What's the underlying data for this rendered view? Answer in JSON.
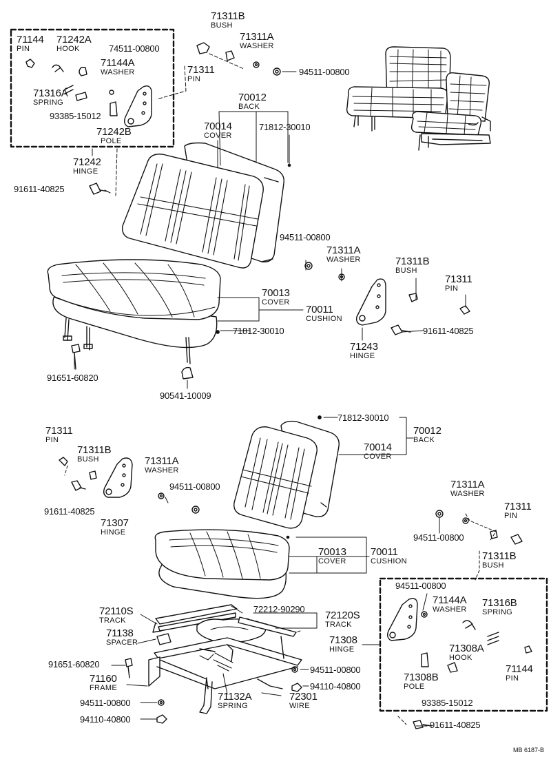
{
  "labels": {
    "p71144_top": {
      "part": "71144",
      "name": "PIN"
    },
    "p71242a": {
      "part": "71242A",
      "name": "HOOK"
    },
    "p74511": {
      "part": "74511-00800",
      "name": ""
    },
    "p71144a_top": {
      "part": "71144A",
      "name": "WASHER"
    },
    "p71316a": {
      "part": "71316A",
      "name": "SPRING"
    },
    "p93385_top": {
      "part": "93385-15012",
      "name": ""
    },
    "p71242b": {
      "part": "71242B",
      "name": "POLE"
    },
    "p71242": {
      "part": "71242",
      "name": "HINGE"
    },
    "p91611_top": {
      "part": "91611-40825",
      "name": ""
    },
    "p71311b_top": {
      "part": "71311B",
      "name": "BUSH"
    },
    "p71311a_top": {
      "part": "71311A",
      "name": "WASHER"
    },
    "p71311_top": {
      "part": "71311",
      "name": "PIN"
    },
    "p94511_top": {
      "part": "94511-00800",
      "name": ""
    },
    "p70012_top": {
      "part": "70012",
      "name": "BACK"
    },
    "p70014_top": {
      "part": "70014",
      "name": "COVER"
    },
    "p71812_top": {
      "part": "71812-30010",
      "name": ""
    },
    "p94511_mid": {
      "part": "94511-00800",
      "name": ""
    },
    "p71311a_mid": {
      "part": "71311A",
      "name": "WASHER"
    },
    "p71311b_mid": {
      "part": "71311B",
      "name": "BUSH"
    },
    "p71311_mid": {
      "part": "71311",
      "name": "PIN"
    },
    "p70013_top": {
      "part": "70013",
      "name": "COVER"
    },
    "p70011_top": {
      "part": "70011",
      "name": "CUSHION"
    },
    "p71812_mid": {
      "part": "71812-30010",
      "name": ""
    },
    "p91611_mid": {
      "part": "91611-40825",
      "name": ""
    },
    "p71243": {
      "part": "71243",
      "name": "HINGE"
    },
    "p91651_top": {
      "part": "91651-60820",
      "name": ""
    },
    "p90541": {
      "part": "90541-10009",
      "name": ""
    },
    "p71812_bot": {
      "part": "71812-30010",
      "name": ""
    },
    "p70012_bot": {
      "part": "70012",
      "name": "BACK"
    },
    "p70014_bot": {
      "part": "70014",
      "name": "COVER"
    },
    "p71311_bl": {
      "part": "71311",
      "name": "PIN"
    },
    "p71311b_bl": {
      "part": "71311B",
      "name": "BUSH"
    },
    "p71311a_bl": {
      "part": "71311A",
      "name": "WASHER"
    },
    "p94511_bl": {
      "part": "94511-00800",
      "name": ""
    },
    "p91611_bl": {
      "part": "91611-40825",
      "name": ""
    },
    "p71307": {
      "part": "71307",
      "name": "HINGE"
    },
    "p71311a_br": {
      "part": "71311A",
      "name": "WASHER"
    },
    "p71311_br": {
      "part": "71311",
      "name": "PIN"
    },
    "p94511_br": {
      "part": "94511-00800",
      "name": ""
    },
    "p71311b_br": {
      "part": "71311B",
      "name": "BUSH"
    },
    "p70013_bot": {
      "part": "70013",
      "name": "COVER"
    },
    "p70011_bot": {
      "part": "70011",
      "name": "CUSHION"
    },
    "p72110s": {
      "part": "72110S",
      "name": "TRACK"
    },
    "p72212": {
      "part": "72212-90290",
      "name": ""
    },
    "p72120s": {
      "part": "72120S",
      "name": "TRACK"
    },
    "p71138": {
      "part": "71138",
      "name": "SPACER"
    },
    "p91651_bot": {
      "part": "91651-60820",
      "name": ""
    },
    "p71160": {
      "part": "71160",
      "name": "FRAME"
    },
    "p94511_fr1": {
      "part": "94511-00800",
      "name": ""
    },
    "p94110_fr1": {
      "part": "94110-40800",
      "name": ""
    },
    "p71132a": {
      "part": "71132A",
      "name": "SPRING"
    },
    "p72301": {
      "part": "72301",
      "name": "WIRE"
    },
    "p94511_fr2": {
      "part": "94511-00800",
      "name": ""
    },
    "p94110_fr2": {
      "part": "94110-40800",
      "name": ""
    },
    "p71308": {
      "part": "71308",
      "name": "HINGE"
    },
    "p94511_box": {
      "part": "94511-00800",
      "name": ""
    },
    "p71144a_box": {
      "part": "71144A",
      "name": "WASHER"
    },
    "p71316b": {
      "part": "71316B",
      "name": "SPRING"
    },
    "p71308a": {
      "part": "71308A",
      "name": "HOOK"
    },
    "p71308b": {
      "part": "71308B",
      "name": "POLE"
    },
    "p71144_box": {
      "part": "71144",
      "name": "PIN"
    },
    "p93385_box": {
      "part": "93385-15012",
      "name": ""
    },
    "p91611_bot": {
      "part": "91611-40825",
      "name": ""
    }
  },
  "drawing_code": "MB 6187-B"
}
